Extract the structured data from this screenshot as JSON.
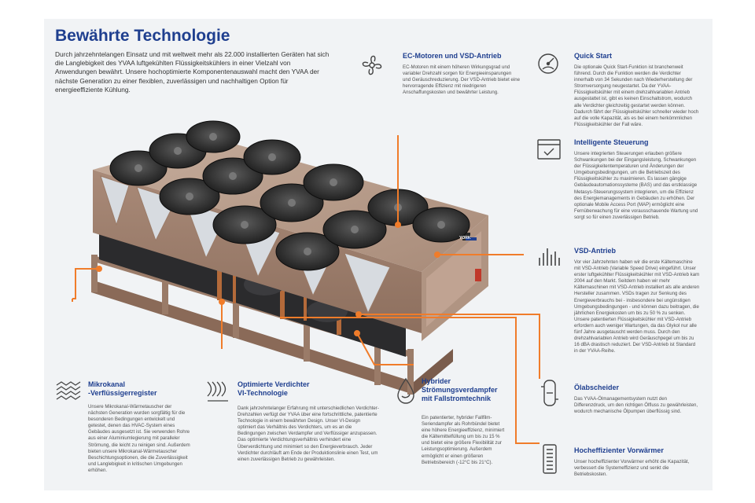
{
  "title": "Bewährte Technologie",
  "intro": "Durch jahrzehntelangen Einsatz und mit weltweit mehr als 22.000 installierten Geräten hat sich die Langlebigkeit des YVAA luftgekühlten Flüssigkeitskühlers in einer Vielzahl von Anwendungen bewährt. Unsere hochoptimierte Komponentenauswahl macht den YVAA der nächste Generation zu einer flexiblen, zuverlässigen und nachhaltigen Option für energieeffiziente Kühlung.",
  "unit_label": "YORK",
  "features": {
    "ec_motor": {
      "icon": "fan-icon",
      "title": "EC-Motoren und VSD-Antrieb",
      "text": "EC-Motoren mit einem höheren Wirkungsgrad und variabler Drehzahl sorgen für Energieeinsparungen und Geräuschreduzierung. Der VSD-Antrieb bietet eine hervorragende Effizienz mit niedrigeren Anschaffungskosten und bewährter Leistung."
    },
    "quick_start": {
      "icon": "speedometer-icon",
      "title": "Quick Start",
      "text": "Die optionale Quick Start-Funktion ist branchenweit führend. Durch die Funktion werden die Verdichter innerhalb von 34 Sekunden nach Wiederherstellung der Stromversorgung neugestartet. Da der YVAA-Flüssigkeitskühler mit einem drehzahlvariablen Antrieb ausgestattet ist, gibt es keinen Einschaltstrom, wodurch alle Verdichter gleichzeitig gestartet werden können. Dadurch fährt der Flüssigkeitskühler schneller wieder hoch auf die volle Kapazität, als es bei einem herkömmlichen Flüssigkeitskühler der Fall wäre."
    },
    "controls": {
      "icon": "monitor-check-icon",
      "title": "Intelligente Steuerung",
      "text": "Unsere integrierten Steuerungen erlauben größere Schwankungen bei der Eingangsleistung, Schwankungen der Flüssigkeitentemperaturen und Änderungen der Umgebungsbedingungen, um die Betriebszeit des Flüssigkeitskühler zu maximieren. Es lassen gängige Gebäudeautomationssysteme (BAS) und das erstklassige Metasys-Steuerungssystem integrieren, um die Effizienz des Energiemanagements in Gebäuden zu erhöhen. Der optionale Mobile Access Port (MAP) ermöglicht eine Fernüberwachung für eine vorausschauende Wartung und sorgt so für einen zuverlässigen Betrieb."
    },
    "vsd": {
      "icon": "bars-icon",
      "title": "VSD-Antrieb",
      "text": "Vor vier Jahrzehnten haben wir die erste Kältemaschine mit VSD-Antrieb (Variable Speed Drive) eingeführt. Unser erster luftgekühlter Flüssigkeitskühler mit VSD-Antrieb kam 2004 auf den Markt. Seitdem haben wir mehr Kältemaschinen mit VSD-Antrieb installiert als alle anderen Hersteller zusammen. VSDs tragen zur Senkung des Energieverbrauchs bei - insbesondere bei ungünstigen Umgebungsbedingungen - und können dazu beitragen, die jährlichen Energiekosten um bis zu 50 % zu senken. Unsere patentierten Flüssigkeitskühler mit VSD-Antrieb erfordern auch weniger Wartungen, da das Glykol nur alle fünf Jahre ausgetauscht werden muss. Durch den drehzahlvariablen Antrieb wird Geräuschpegel um bis zu 16 dBA drastisch reduziert. Der VSD-Antrieb ist Standard in der YVAA-Reihe."
    },
    "oil": {
      "icon": "oil-separator-icon",
      "title": "Ölabscheider",
      "text": "Das YVAA-Ölmanagementsystem nutzt den Differenzdruck, um den richtigen Ölfluss zu gewährleisten, wodurch mechanische Ölpumpen überflüssig sind."
    },
    "preheater": {
      "icon": "preheater-icon",
      "title": "Hocheffizienter Vorwärmer",
      "text": "Unser hocheffizienter Vorwärmer erhöht die Kapazität, verbessert die Systemeffizienz und senkt die Betriebskosten."
    },
    "microchannel": {
      "icon": "microchannel-icon",
      "title_line1": "Mikrokanal",
      "title_line2": "-Verflüssigerregister",
      "text": "Unsere Mikrokanal-Wärmetauscher der nächsten Generation wurden sorgfältig für die besonderen Bedingungen entwickelt und getestet, denen das HVAC-System eines Gebäudes ausgesetzt ist. Sie verwenden Rohre aus einer Aluminiumlegierung mit paralleler Strömung, die leicht zu reinigen sind. Außerdem bieten unsere Mikrokanal-Wärmetauscher Beschichtungsoptionen, die die Zuverlässigkeit und Langlebigkeit in kritischen Umgebungen erhöhen."
    },
    "compressor": {
      "icon": "screw-compressor-icon",
      "title_line1": "Optimierte Verdichter",
      "title_line2": "VI-Technologie",
      "text": "Dank jahrzehntelanger Erfahrung mit unterschiedlichen Verdichter-Drehzahlen verfügt der YVAA über eine fortschrittliche, patentierte Technologie in einem bewährten Design. Unser VI-Design optimiert das Verhältnis des Verdichters, um es an die Bedingungen zwischen Verdampfer und Verflüssiger anzupassen. Das optimierte Verdichtungsverhältnis verhindert eine Überverdichtung und minimiert so den Energieverbrauch. Jeder Verdichter durchläuft am Ende der Produktionslinie einen Test, um einen zuverlässigen Betrieb zu gewährleisten."
    },
    "evaporator": {
      "icon": "droplet-icon",
      "title_line1": "Hybrider",
      "title_line2": "Strömungsverdampfer",
      "title_line3": "mit Fallstromtechnik",
      "text": "Ein patentierter, hybrider Fallfilm-Seriendampfer als Rohrbündel bietet eine höhere Energieeffizienz, minimiert die Kältemittelfüllung um bis zu 15 % und bietet eine größere Flexibilität zur Leistungsoptimierung. Außerdem ermöglicht er einen größeren Betriebsbereich (-12°C bis 21°C)."
    }
  }
}
